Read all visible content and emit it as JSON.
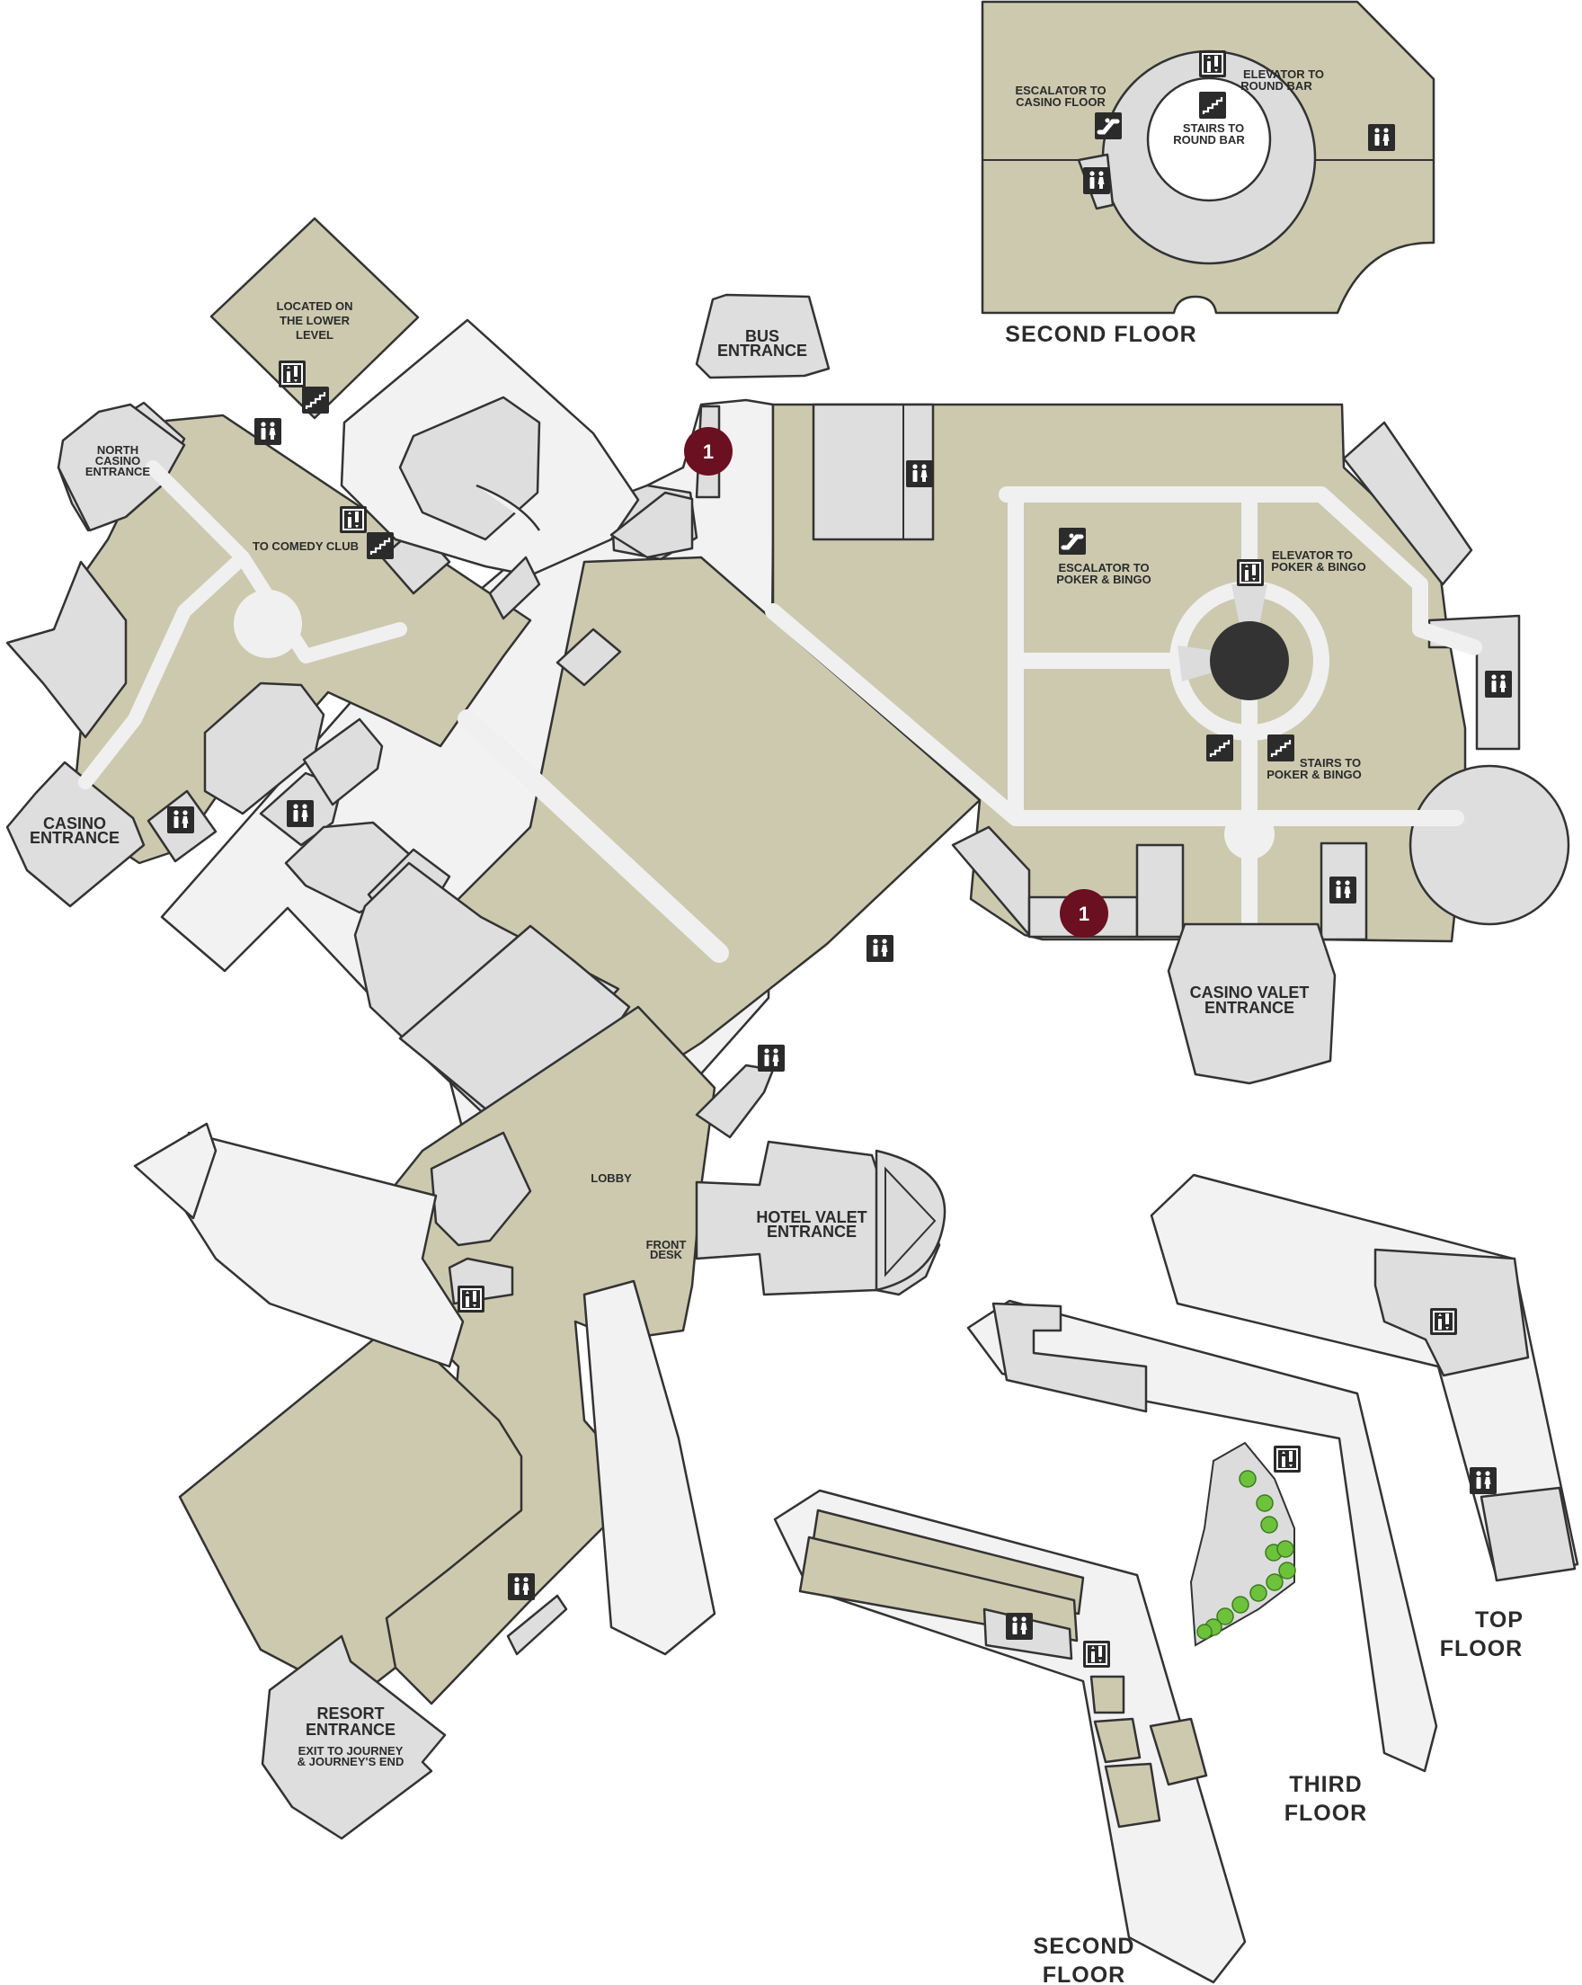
{
  "labels": {
    "second_floor_top": "SECOND FLOOR",
    "escalator_casino": [
      "ESCALATOR TO",
      "CASINO FLOOR"
    ],
    "elevator_round": [
      "ELEVATOR TO",
      "ROUND BAR"
    ],
    "stairs_round": [
      "STAIRS TO",
      "ROUND BAR"
    ],
    "lower_level": [
      "LOCATED ON",
      "THE LOWER",
      "LEVEL"
    ],
    "bus_entrance": [
      "BUS",
      "ENTRANCE"
    ],
    "north_casino": [
      "NORTH",
      "CASINO",
      "ENTRANCE"
    ],
    "comedy_club": "TO COMEDY CLUB",
    "escalator_poker": [
      "ESCALATOR TO",
      "POKER & BINGO"
    ],
    "elevator_poker": [
      "ELEVATOR TO",
      "POKER & BINGO"
    ],
    "stairs_poker": [
      "STAIRS TO",
      "POKER & BINGO"
    ],
    "casino_entrance": [
      "CASINO",
      "ENTRANCE"
    ],
    "casino_valet": [
      "CASINO VALET",
      "ENTRANCE"
    ],
    "lobby": "LOBBY",
    "front_desk": [
      "FRONT",
      "DESK"
    ],
    "hotel_valet": [
      "HOTEL VALET",
      "ENTRANCE"
    ],
    "resort_entrance": [
      "RESORT",
      "ENTRANCE"
    ],
    "journey_exit": [
      "EXIT TO JOURNEY",
      "& JOURNEY'S END"
    ],
    "top_floor": [
      "TOP",
      "FLOOR"
    ],
    "third_floor": [
      "THIRD",
      "FLOOR"
    ],
    "second_floor_bottom": [
      "SECOND",
      "FLOOR"
    ]
  },
  "markers": [
    {
      "id": "marker-1-north",
      "number": "1"
    },
    {
      "id": "marker-1-south",
      "number": "1"
    }
  ],
  "icons": {
    "restroom": "restroom-icon",
    "elevator": "elevator-icon",
    "stairs": "stairs-icon",
    "escalator": "escalator-icon"
  },
  "colors": {
    "floor": "#ccc9af",
    "room": "#dedede",
    "walkway": "#f0f0f0",
    "upper_floor": "#f2f2f2",
    "marker": "#6b1020",
    "trees": "#6dc23c"
  }
}
